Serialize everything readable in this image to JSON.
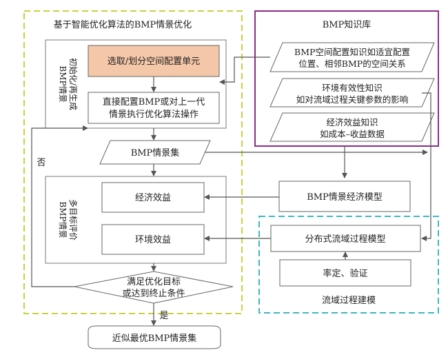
{
  "colors": {
    "optimization_border": "#c8d23a",
    "knowledge_border": "#8e2a8e",
    "modeling_border": "#3ab7c4",
    "highlight_fill": "#f4c7a8",
    "line": "#555555"
  },
  "optimization_group": {
    "title": "基于智能优化算法的BMP情景优化"
  },
  "init_group": {
    "label_line1": "BMP情景",
    "label_line2": "初始化/再生成",
    "select_unit": "选取/划分空间配置单元",
    "configure_line1": "直接配置BMP或对上一代",
    "configure_line2": "情景执行优化算法操作"
  },
  "scenario_set": "BMP情景集",
  "eval_group": {
    "label_line1": "BMP情景",
    "label_line2": "多目标评价",
    "economic": "经济效益",
    "environmental": "环境效益"
  },
  "decision": {
    "line1": "满足优化目标",
    "line2": "或达到终止条件"
  },
  "no_label": "否",
  "yes_label": "是",
  "final_output": "近似最优BMP情景集",
  "knowledge_base": {
    "title": "BMP知识库",
    "item1_line1": "BMP空间配置知识如适宜配置",
    "item1_line2": "位置、相邻BMP的空间关系",
    "item2_line1": "环境有效性知识",
    "item2_line2": "如对流域过程关键参数的影响",
    "item3_line1": "经济效益知识",
    "item3_line2": "如成本–收益数据"
  },
  "economic_model": "BMP情景经济模型",
  "modeling_group": {
    "title": "流域过程建模",
    "process_model": "分布式流域过程模型",
    "calibration": "率定、验证"
  }
}
